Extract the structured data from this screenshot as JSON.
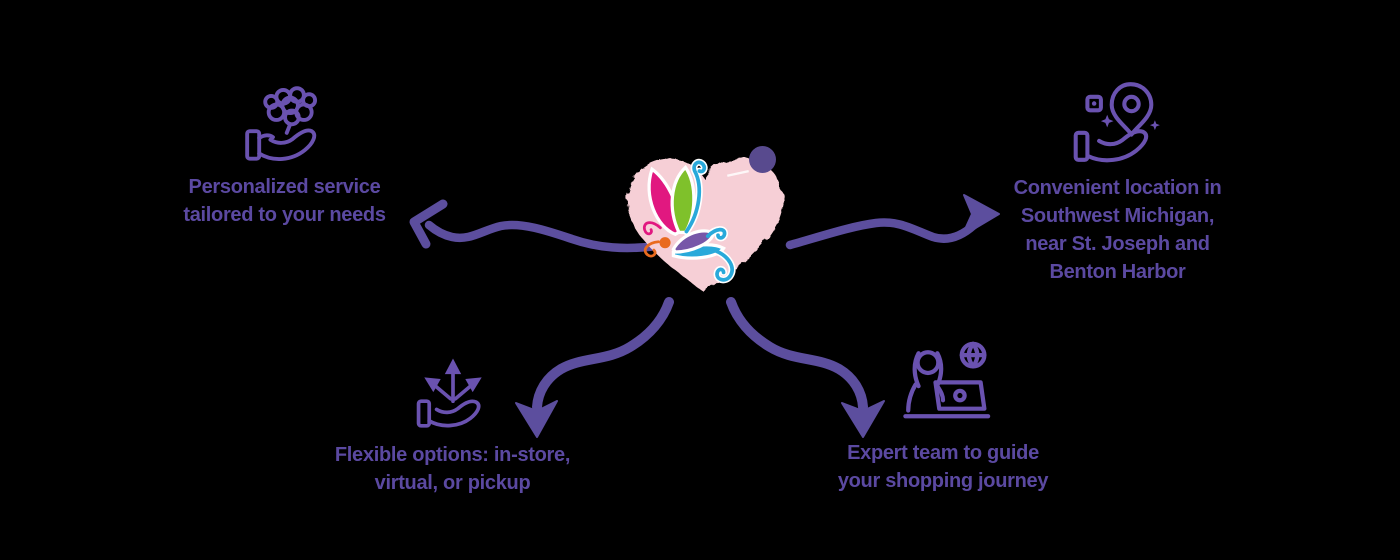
{
  "background": "#000000",
  "colors": {
    "background": "#000000",
    "text": "#5b49a1",
    "arrow": "#5c4e9e",
    "icon": "#6a52b0",
    "heart": "#f6cfd6",
    "dot": "#584a8e",
    "butterfly_pink": "#e11880",
    "butterfly_green": "#7fc12b",
    "butterfly_purple": "#7757a8",
    "butterfly_blue": "#29a9da",
    "butterfly_orange": "#e96a1e"
  },
  "center_logo": {
    "name": "heart-butterfly-logo",
    "description": "pink textured heart with multicolor butterfly and purple dot"
  },
  "features": [
    {
      "id": "personalized-service",
      "icon": "hand-holding-flowers",
      "lines": [
        "Personalized service",
        "tailored to your needs"
      ]
    },
    {
      "id": "convenient-location",
      "icon": "hand-holding-location-pin",
      "lines": [
        "Convenient location in",
        "Southwest Michigan,",
        "near St. Joseph and",
        "Benton Harbor"
      ]
    },
    {
      "id": "flexible-options",
      "icon": "hand-with-direction-arrows",
      "lines": [
        "Flexible options: in-store,",
        "virtual, or pickup"
      ]
    },
    {
      "id": "expert-team",
      "icon": "person-at-laptop",
      "lines": [
        "Expert team to guide",
        "your shopping journey"
      ]
    }
  ]
}
